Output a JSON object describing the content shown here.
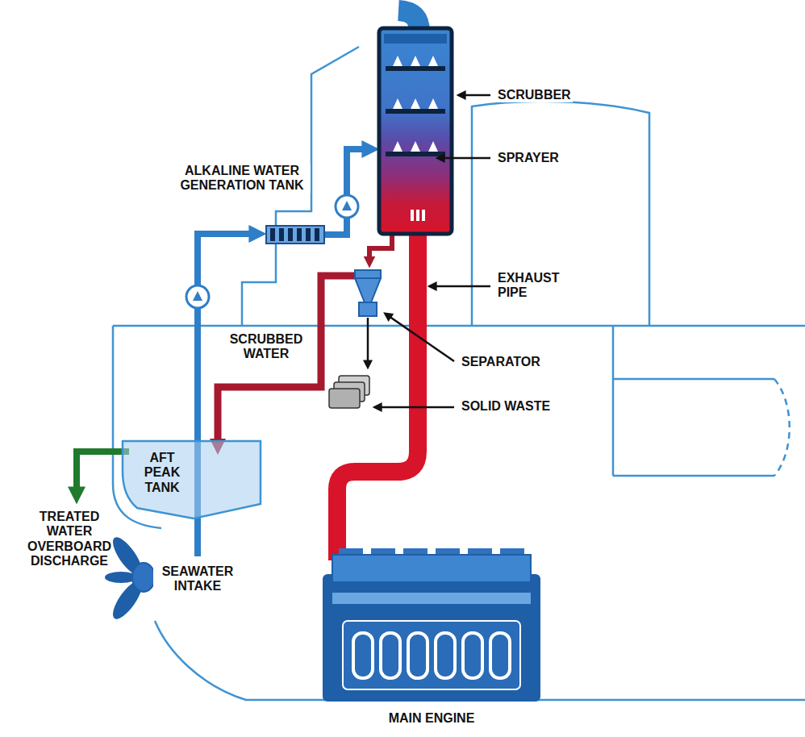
{
  "diagram": {
    "nodes": [
      {
        "text": [
          "AFT PEAK TANK"
        ]
      }
    ],
    "labels": [
      "SCRUBBER",
      "SPRAYER",
      "ALKALINE WATER GENERATION TANK",
      "EXHAUST PIPE",
      "SCRUBBED WATER",
      "SEPARATOR",
      "SOLID WASTE",
      "TREATED WATER OVERBOARD DISCHARGE",
      "SEAWATER INTAKE",
      "MAIN ENGINE"
    ]
  }
}
